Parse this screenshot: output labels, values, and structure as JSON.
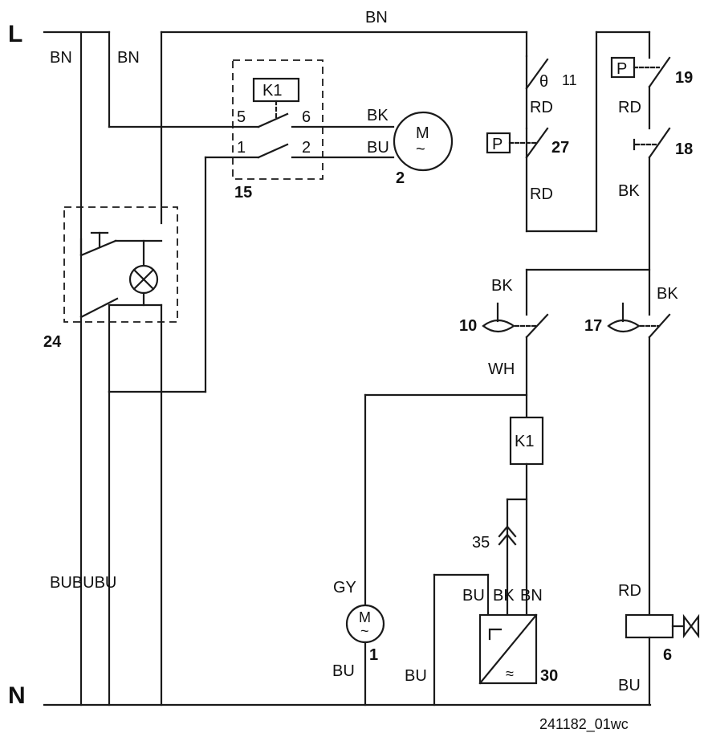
{
  "rails": {
    "top": "L",
    "bottom": "N"
  },
  "wire_colors": {
    "bn_top": "BN",
    "bn_left1": "BN",
    "bn_left2": "BN",
    "bububu": "BUBUBU",
    "bk_motor": "BK",
    "bu_motor": "BU",
    "rd_11": "RD",
    "rd_27": "RD",
    "rd_19": "RD",
    "bk_18": "BK",
    "bk_10": "BK",
    "bk_17": "BK",
    "wh_10": "WH",
    "gy_m1": "GY",
    "bu_m1": "BU",
    "bu_bottom": "BU",
    "bu_30": "BU",
    "bk_30": "BK",
    "bn_30": "BN",
    "rd_6": "RD",
    "bu_6": "BU"
  },
  "components": {
    "relay_coil_top": "K1",
    "relay_coil_mid": "K1",
    "contact_5": "5",
    "contact_6": "6",
    "contact_1": "1",
    "contact_2": "2",
    "motor_2_letter": "M",
    "motor_2_id": "2",
    "relay_block_id": "15",
    "thermo_id": "11",
    "pressure_27_letter": "P",
    "pressure_27_id": "27",
    "pressure_19_letter": "P",
    "pressure_19_id": "19",
    "switch_18_id": "18",
    "switch_box_id": "24",
    "float_10_id": "10",
    "float_17_id": "17",
    "connector_35_id": "35",
    "motor_1_letter": "M",
    "motor_1_id": "1",
    "module_30_id": "30",
    "valve_6_id": "6"
  },
  "footer": {
    "code": "241182_01wc"
  }
}
